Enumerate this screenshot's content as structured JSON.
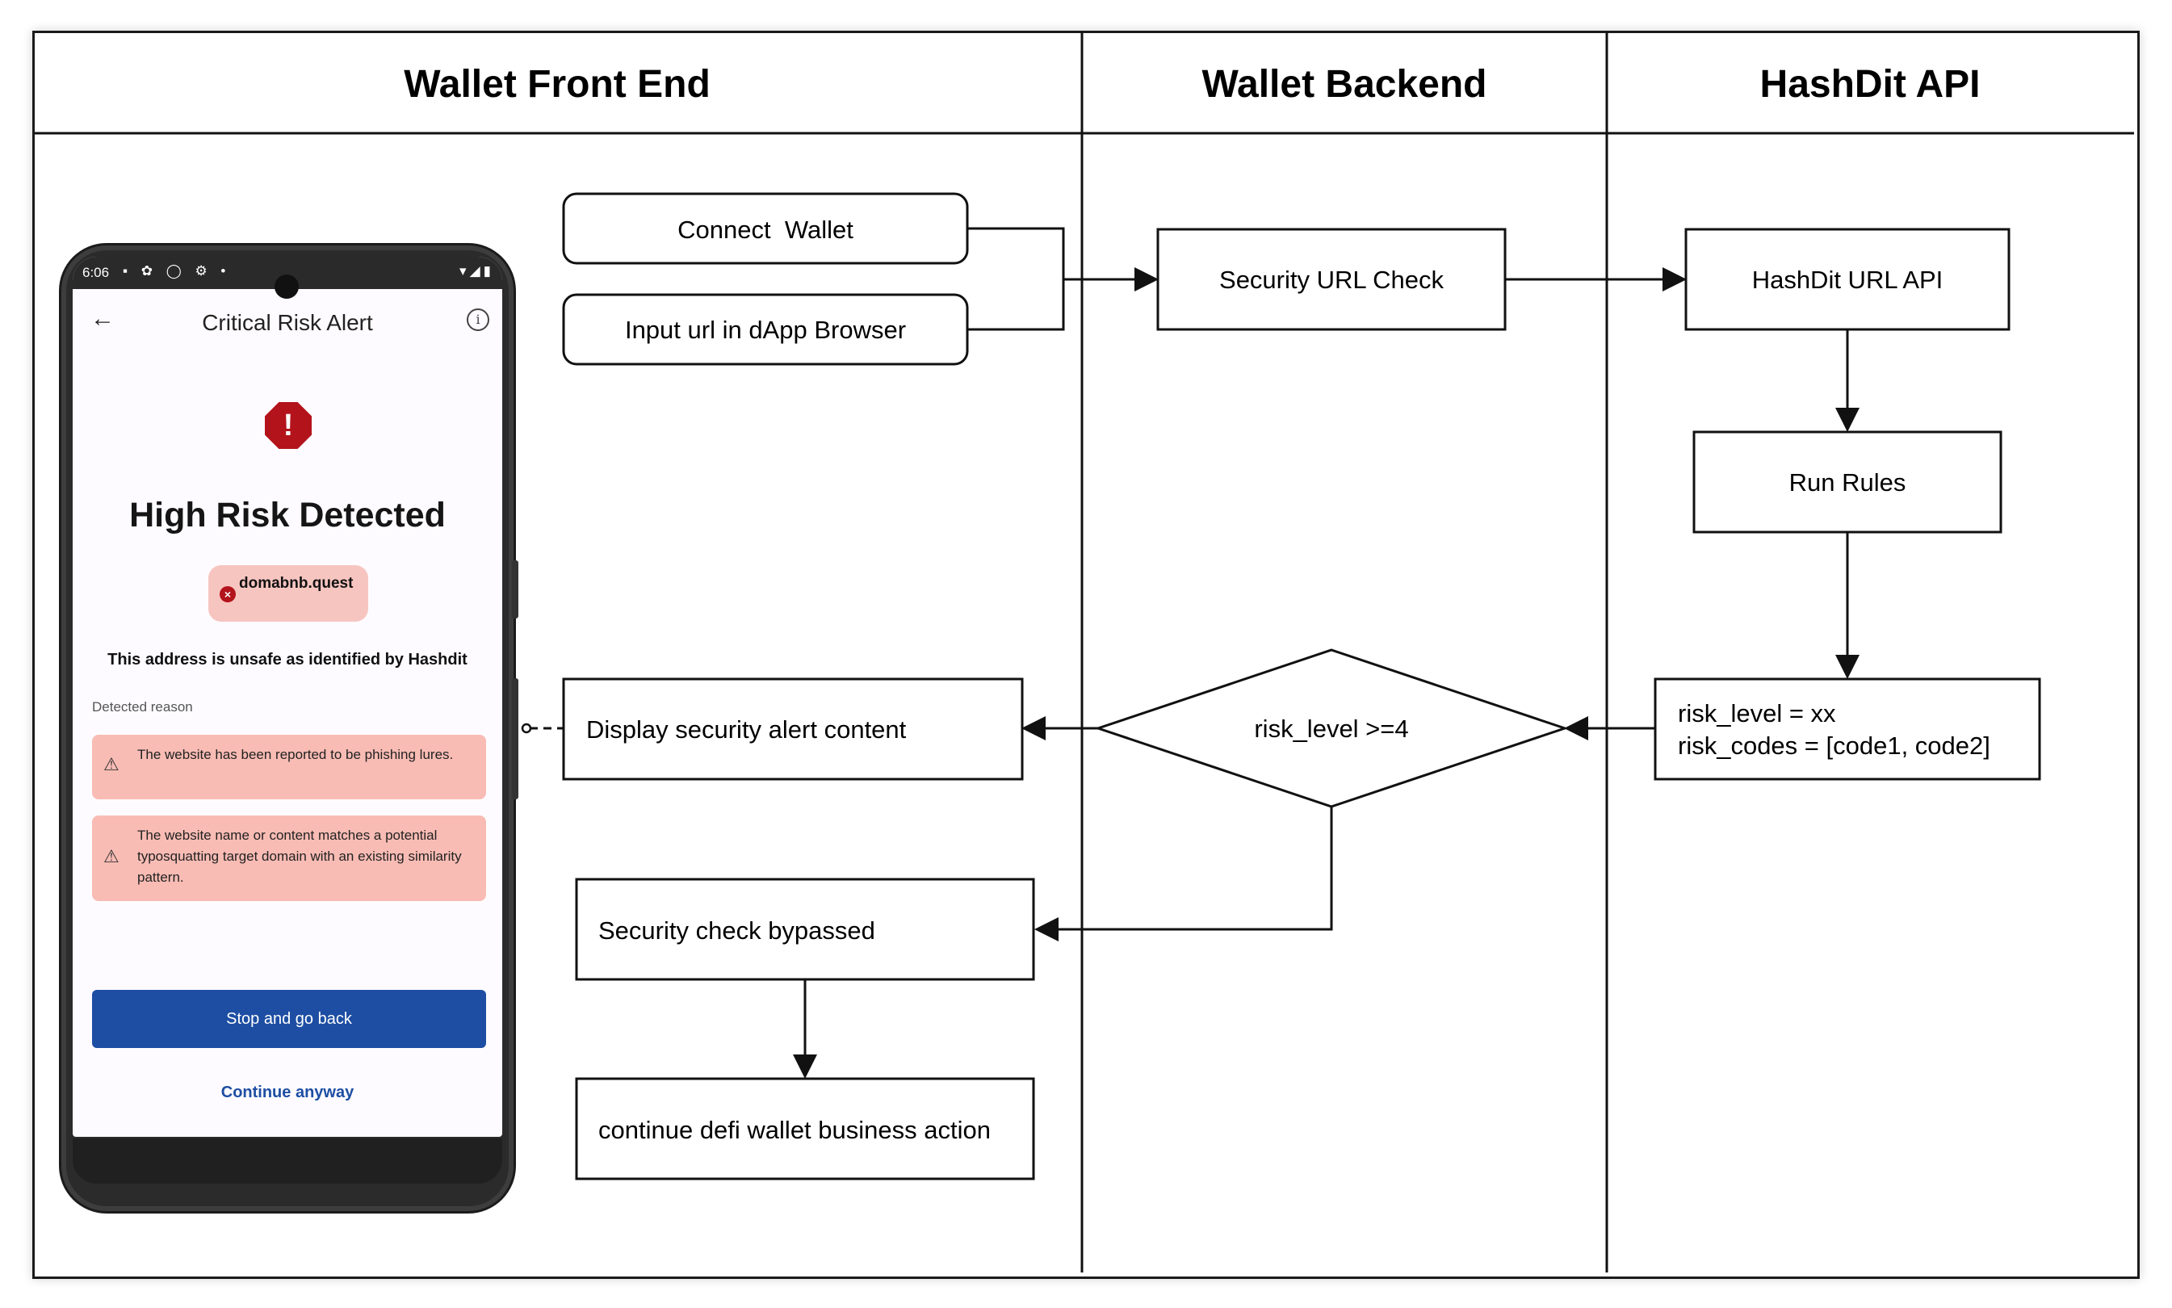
{
  "lanes": {
    "front_end": "Wallet Front End",
    "backend": "Wallet Backend",
    "api": "HashDit API"
  },
  "nodes": {
    "connect_wallet": "Connect  Wallet",
    "input_url": "Input url in dApp Browser",
    "security_url_check": "Security URL Check",
    "hashdit_url_api": "HashDit URL API",
    "run_rules": "Run Rules",
    "risk_level_line": "risk_level = xx",
    "risk_codes_line": "risk_codes = [code1, code2]",
    "decision": "risk_level >=4",
    "display_alert": "Display security alert content",
    "check_bypassed": "Security check bypassed",
    "continue_action": "continue defi wallet business action"
  },
  "phone": {
    "status_time": "6:06",
    "title": "Critical Risk Alert",
    "headline": "High Risk Detected",
    "domain": "domabnb.quest",
    "unsafe_text": "This address is unsafe as identified by Hashdit",
    "reason_label": "Detected reason",
    "reason1": "The website has been reported to be phishing lures.",
    "reason2": "The website name or content matches a potential typosquatting target domain with an existing similarity pattern.",
    "stop_button": "Stop and go back",
    "continue_link": "Continue anyway"
  },
  "icons": {
    "back": "arrow-left-icon",
    "info": "info-icon",
    "alert": "stop-sign-icon",
    "warning": "warning-triangle-icon"
  },
  "colors": {
    "alert_red": "#b3131b",
    "card_pink": "#f9bcb4",
    "button_blue": "#1d4ea3"
  }
}
